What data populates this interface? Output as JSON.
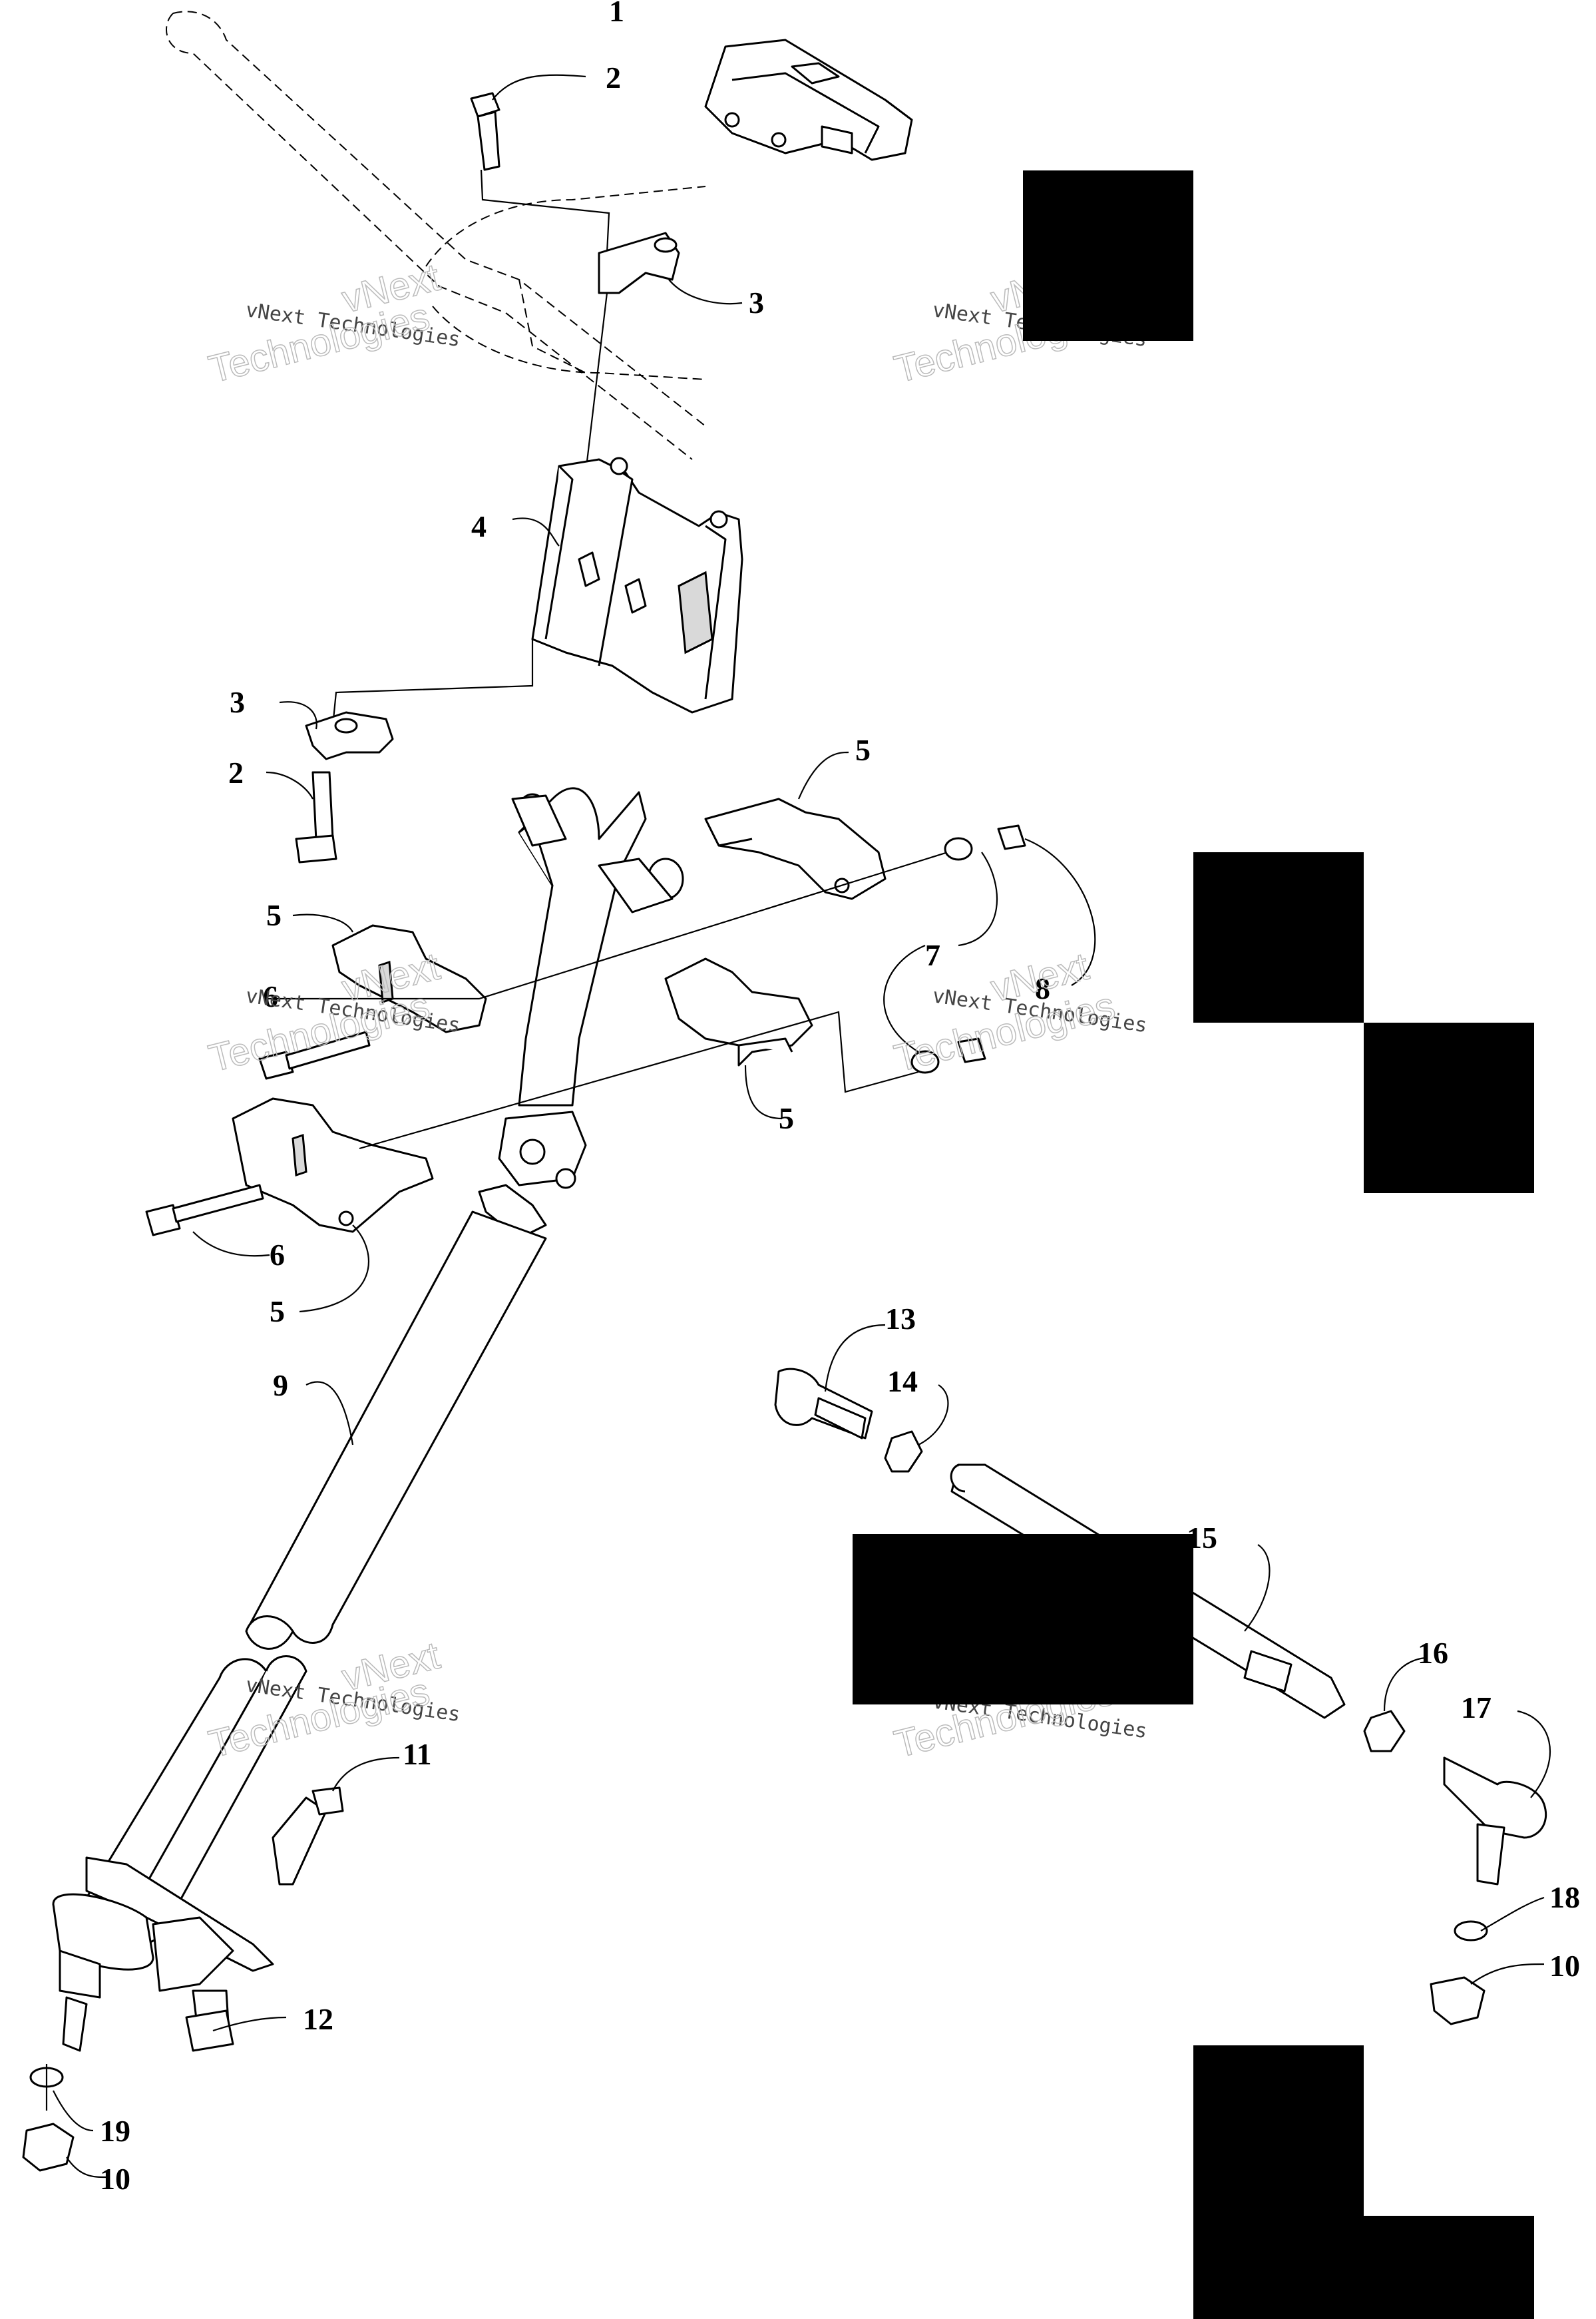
{
  "callouts": [
    "1",
    "2",
    "3",
    "4",
    "3",
    "2",
    "5",
    "5",
    "6",
    "7",
    "8",
    "5",
    "6",
    "5",
    "9",
    "13",
    "14",
    "15",
    "16",
    "17",
    "11",
    "18",
    "10",
    "12",
    "19",
    "10"
  ],
  "watermark": {
    "line1": "vNext Technologies",
    "line2": "vNext",
    "line3": "Technologies"
  }
}
